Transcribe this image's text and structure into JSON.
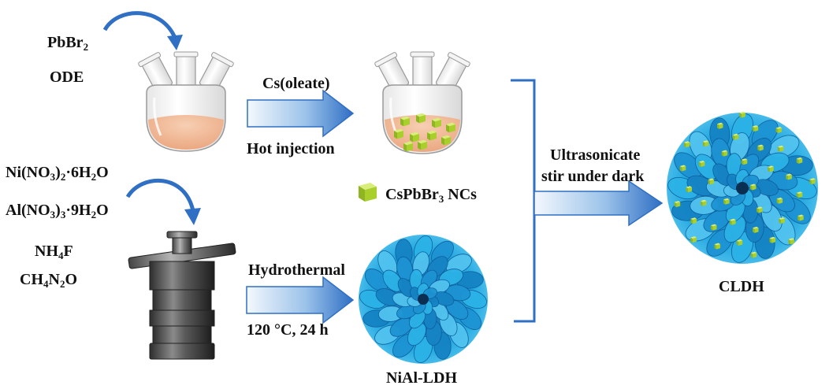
{
  "reactants_top": {
    "line1": {
      "base": "PbBr",
      "sub": "2"
    },
    "line2": "ODE"
  },
  "reactants_bottom": {
    "ni_nitrate": {
      "p1": "Ni(NO",
      "s1": "3",
      "p2": ")",
      "s2": "2",
      "p3": "·6H",
      "s3": "2",
      "p4": "O"
    },
    "al_nitrate": {
      "p1": "Al(NO",
      "s1": "3",
      "p2": ")",
      "s2": "3",
      "p3": "·9H",
      "s3": "2",
      "p4": "O"
    },
    "ammonium_fluoride": {
      "p1": "NH",
      "s1": "4",
      "p2": "F"
    },
    "urea": {
      "p1": "CH",
      "s1": "4",
      "p2": "N",
      "s2": "2",
      "p3": "O"
    }
  },
  "step_hot_injection": {
    "reagent": "Cs(oleate)",
    "method": "Hot injection"
  },
  "legend_nc": {
    "p1": "CsPbBr",
    "s1": "3",
    "p2": " NCs"
  },
  "step_hydrothermal": {
    "method": "Hydrothermal",
    "conditions": "120 °C, 24 h"
  },
  "product_ldh": "NiAl-LDH",
  "step_combine": {
    "line1": "Ultrasonicate",
    "line2": "stir under dark"
  },
  "product_final": "CLDH",
  "colors": {
    "arrow_blue": "#2f6fc4",
    "arrow_light": "#eaf2fb",
    "flask_liquid": "#f1b894",
    "nanocrystal": "#a8cf2c",
    "flower_blue": "#1e9fd8",
    "autoclave": "#4a4a4a",
    "bracket": "#2f6fc4"
  }
}
